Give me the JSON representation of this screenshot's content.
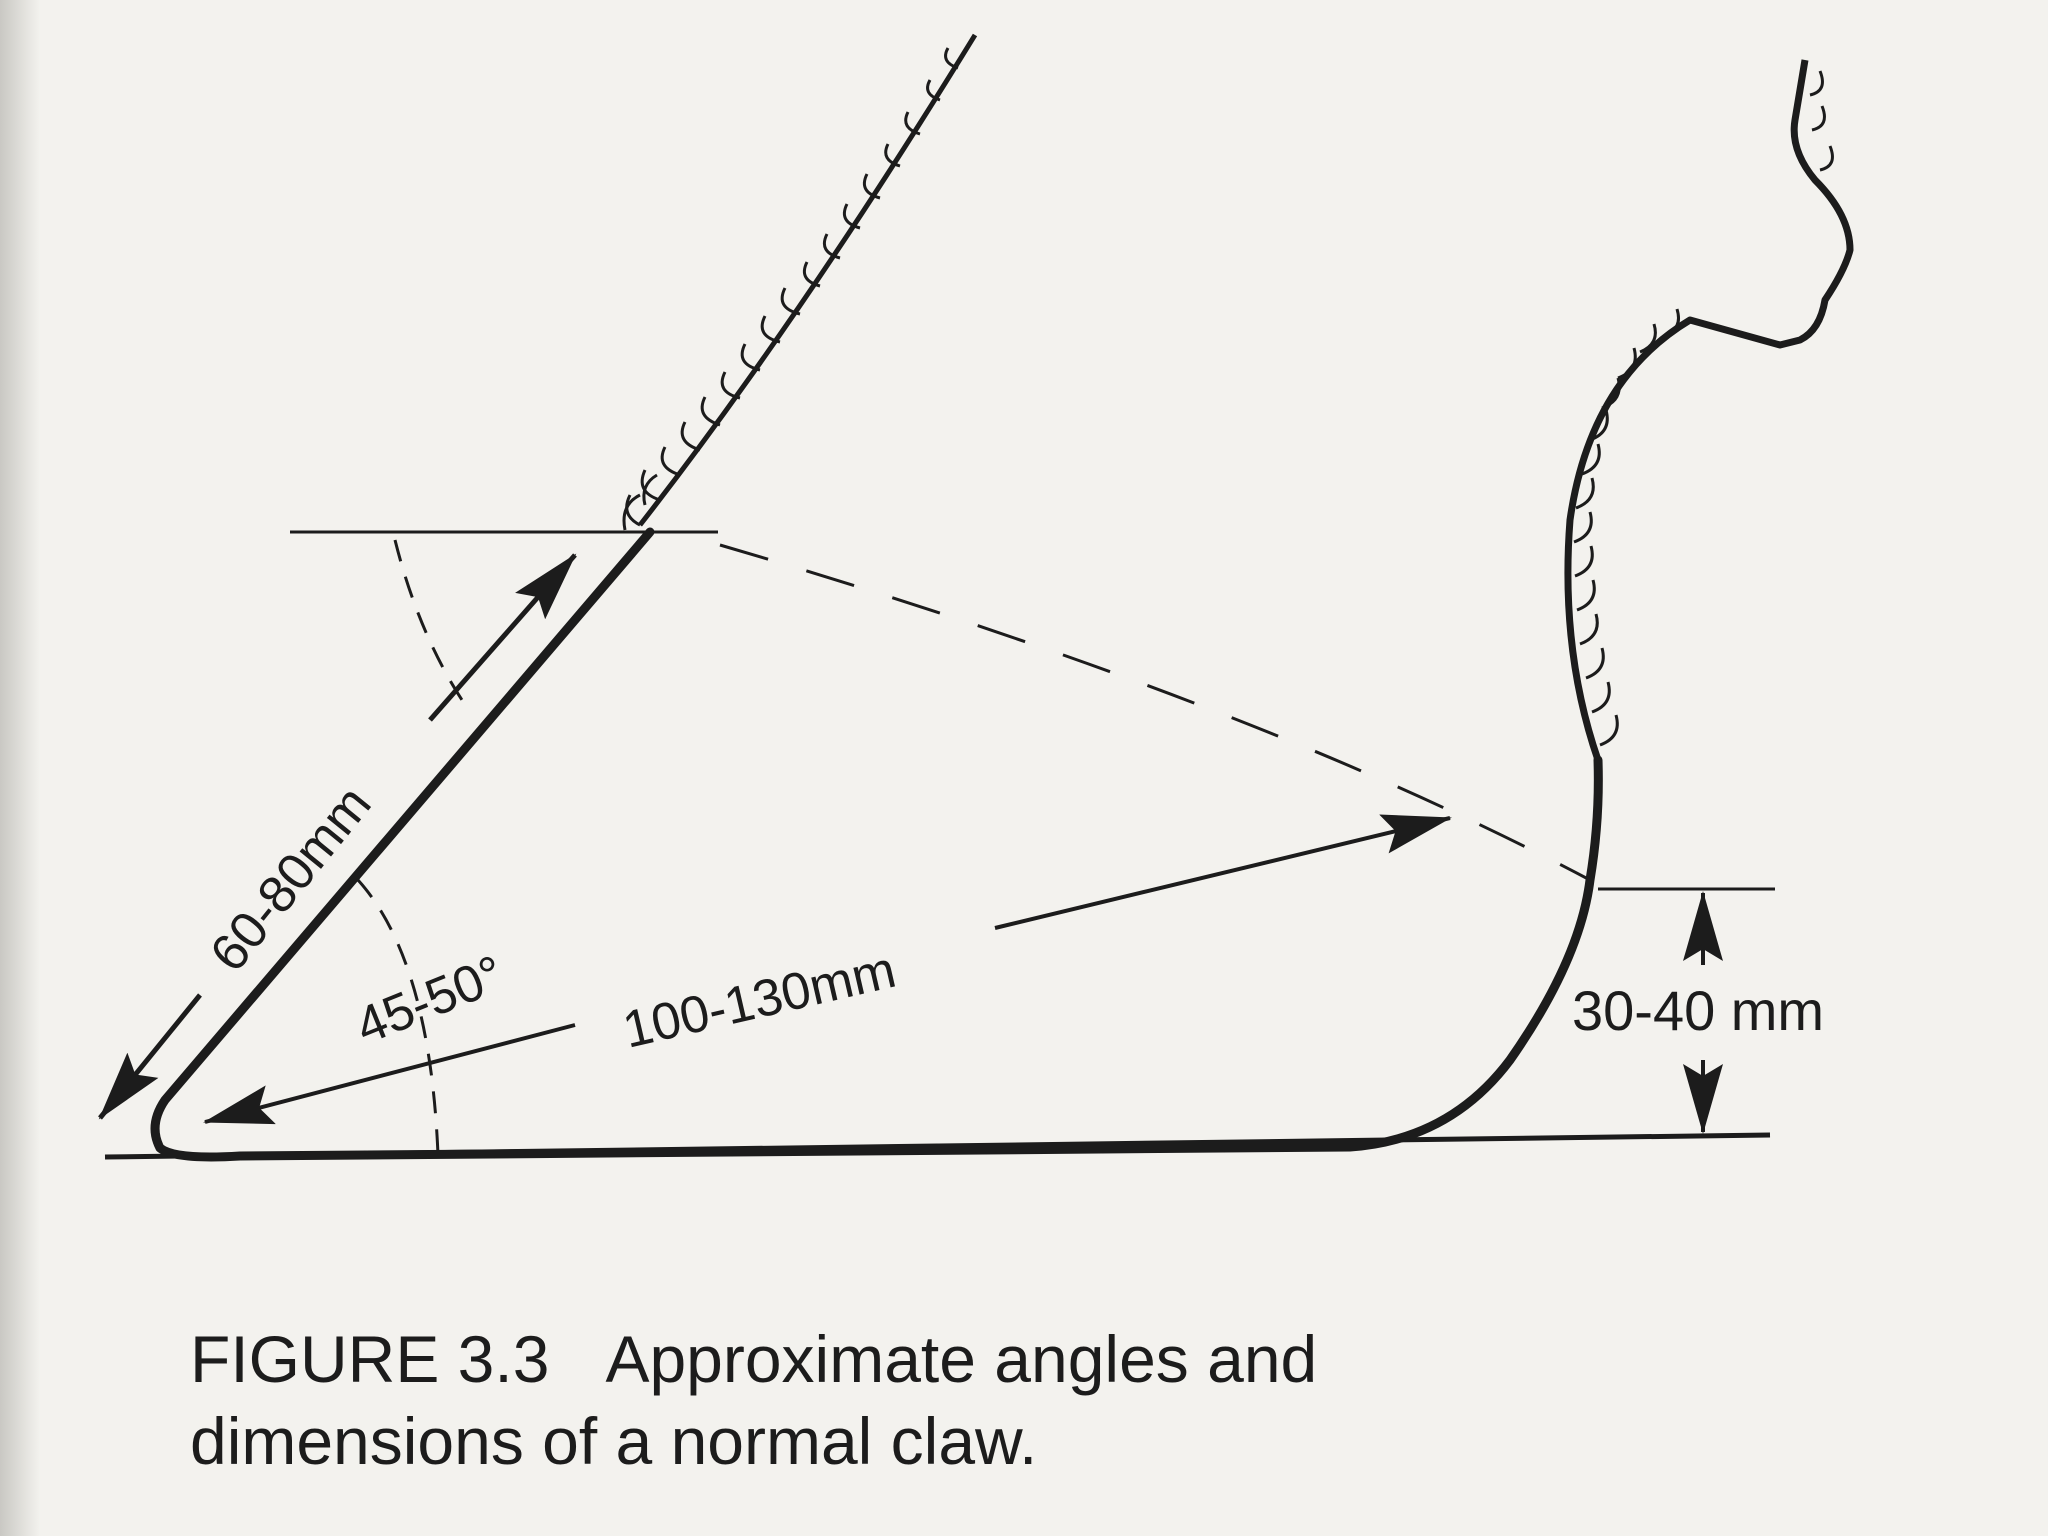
{
  "labels": {
    "toe_length": "60-80mm",
    "angle": "45-50°",
    "sole_length": "100-130mm",
    "heel_height": "30-40 mm"
  },
  "caption": {
    "figure_number": "FIGURE 3.3",
    "line1": "Approximate angles and",
    "line2": "dimensions of a normal claw."
  },
  "colors": {
    "ink": "#1c1c1c",
    "paper": "#f3f2ee"
  }
}
